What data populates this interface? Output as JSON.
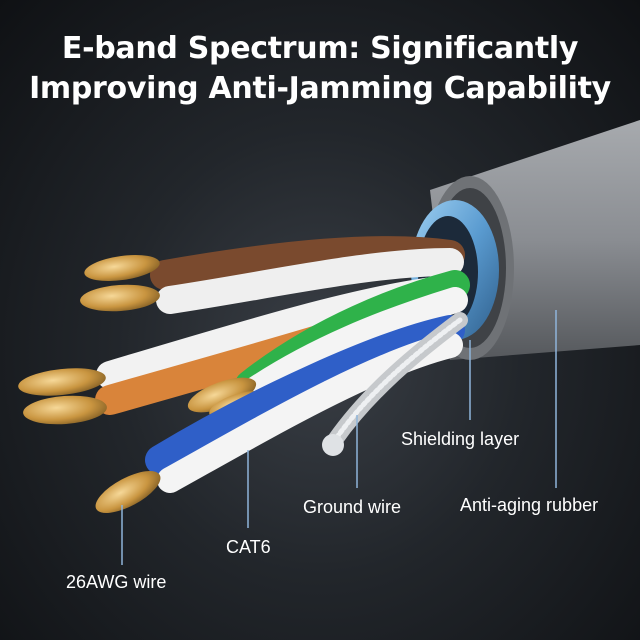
{
  "headline": {
    "line1": "E-band Spectrum: Significantly",
    "line2": "Improving Anti-Jamming Capability"
  },
  "callouts": {
    "shielding": "Shielding layer",
    "ground": "Ground wire",
    "rubber": "Anti-aging rubber",
    "cat6": "CAT6",
    "awg": "26AWG wire"
  },
  "colors": {
    "jacket": "#8e9196",
    "shield_band": "#6aa8d8",
    "wire_brown": "#7a4a2e",
    "wire_orange": "#d9843a",
    "wire_green": "#2fb24a",
    "wire_blue": "#2f5fc8",
    "wire_white": "#f2f2f2",
    "copper": "#d8a85a",
    "text": "#ffffff"
  }
}
